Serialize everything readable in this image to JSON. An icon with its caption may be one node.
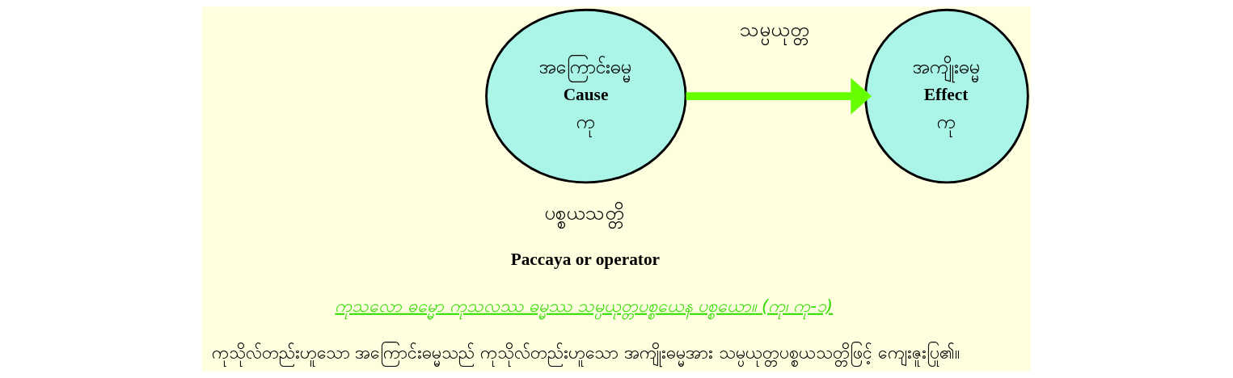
{
  "diagram": {
    "nodes": [
      {
        "text": [
          "အကြောင်းဓမ္မ",
          "Cause",
          "ကု"
        ]
      },
      {
        "text": [
          "အကျိုးဓမ္မ",
          "Effect",
          "ကု"
        ]
      }
    ],
    "edges": [
      {
        "from": 0,
        "to": 1,
        "arrow": "to",
        "label": "သမ္ပယုတ္တ",
        "color": "#66ff00"
      }
    ],
    "labels": [
      "ပစ္စယသတ္တိ",
      "Paccaya or operator",
      "ကုသလော ဓမ္မော ကုသလဿ ဓမ္မဿ သမ္ပယုတ္တပစ္စယေန ပစ္စယော။ (ကု၊ ကု-၁)",
      "ကုသိုလ်တည်းဟူသော အကြောင်းဓမ္မသည် ကုသိုလ်တည်းဟူသော အကျိုးဓမ္မအား သမ္ပယုတ္တပစ္စယသတ္တိဖြင့် ကျေးဇူးပြု၏။"
    ]
  }
}
